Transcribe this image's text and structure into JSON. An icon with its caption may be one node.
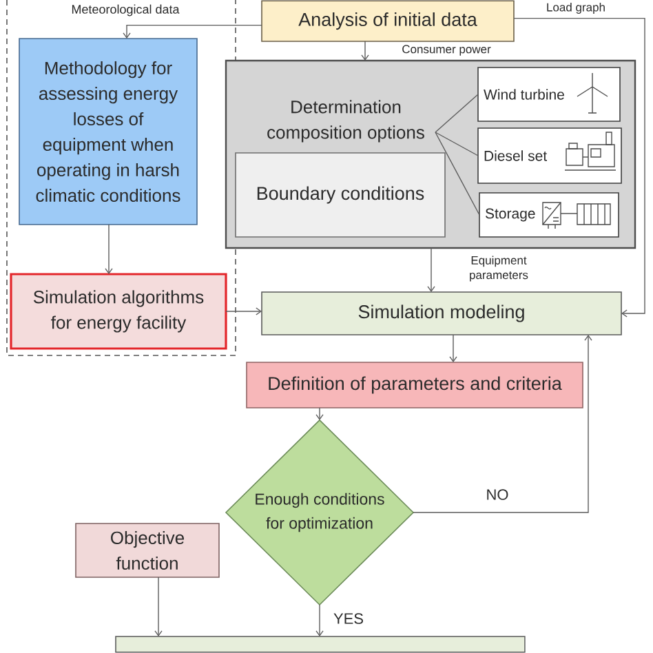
{
  "diagram": {
    "nodes": [
      {
        "text": [
          "Analysis of initial data"
        ]
      },
      {
        "text": [
          "Methodology for assessing energy losses of equipment when operating in harsh climatic conditions"
        ]
      },
      {
        "text": [
          "Simulation algorithms for energy facility"
        ]
      },
      {
        "text": [],
        "shape": "box"
      },
      {
        "text": [
          "Determination composition options"
        ],
        "in": 3
      },
      {
        "text": [
          "Boundary conditions"
        ],
        "in": 3
      },
      {
        "text": [
          "Wind turbine"
        ],
        "in": 3
      },
      {
        "text": [
          "Diesel set"
        ],
        "in": 3
      },
      {
        "text": [
          "Storage"
        ],
        "in": 3
      },
      {
        "text": [
          "Simulation modeling"
        ]
      },
      {
        "text": [
          "Definition of parameters and criteria"
        ]
      },
      {
        "text": [
          "Enough conditions for optimization"
        ]
      },
      {
        "text": [
          "Objective function"
        ]
      },
      {
        "text": [],
        "shape": "box"
      }
    ],
    "edges": [
      {
        "from": 0,
        "to": 1,
        "arrow": "to",
        "label": "Meteorological data"
      },
      {
        "from": 1,
        "to": 2,
        "arrow": "to"
      },
      {
        "from": 2,
        "to": 9,
        "arrow": "to"
      },
      {
        "from": 0,
        "to": 3,
        "arrow": "to",
        "label": "Consumer power"
      },
      {
        "from": 0,
        "to": 9,
        "arrow": "to",
        "label": "Load graph"
      },
      {
        "from": 4,
        "to": 6,
        "arrow": "none"
      },
      {
        "from": 4,
        "to": 7,
        "arrow": "none"
      },
      {
        "from": 4,
        "to": 8,
        "arrow": "none"
      },
      {
        "from": 3,
        "to": 9,
        "arrow": "to",
        "label": "Equipment parameters"
      },
      {
        "from": 9,
        "to": 10,
        "arrow": "to"
      },
      {
        "from": 10,
        "to": 11,
        "arrow": "to"
      },
      {
        "from": 11,
        "to": 9,
        "arrow": "to",
        "label": "NO"
      },
      {
        "from": 11,
        "to": 13,
        "arrow": "to",
        "label": "YES"
      },
      {
        "from": 12,
        "to": 13,
        "arrow": "to"
      }
    ]
  }
}
